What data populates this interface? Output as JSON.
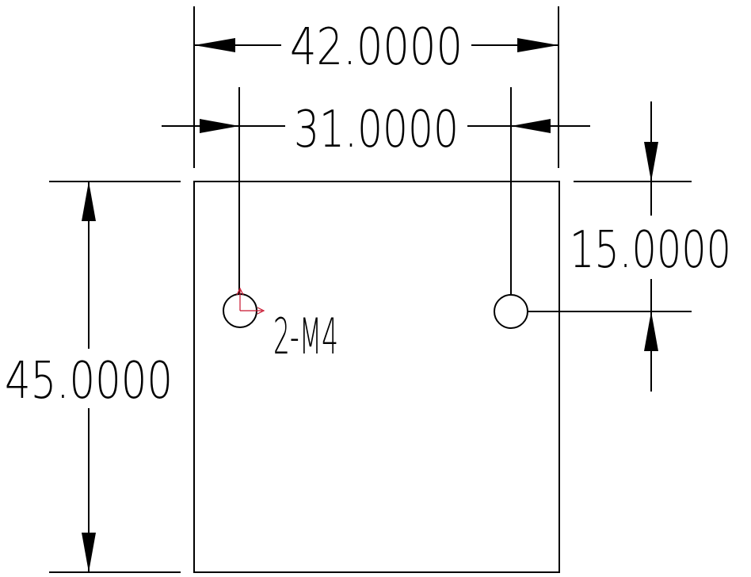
{
  "dimensions": {
    "overall_width": "42.0000",
    "hole_spacing": "31.0000",
    "hole_offset_from_top": "15.0000",
    "overall_height": "45.0000"
  },
  "hole_callout": "2-M4",
  "colors": {
    "line": "#000000",
    "background": "#ffffff",
    "ucs_marker": "#c8142e"
  }
}
